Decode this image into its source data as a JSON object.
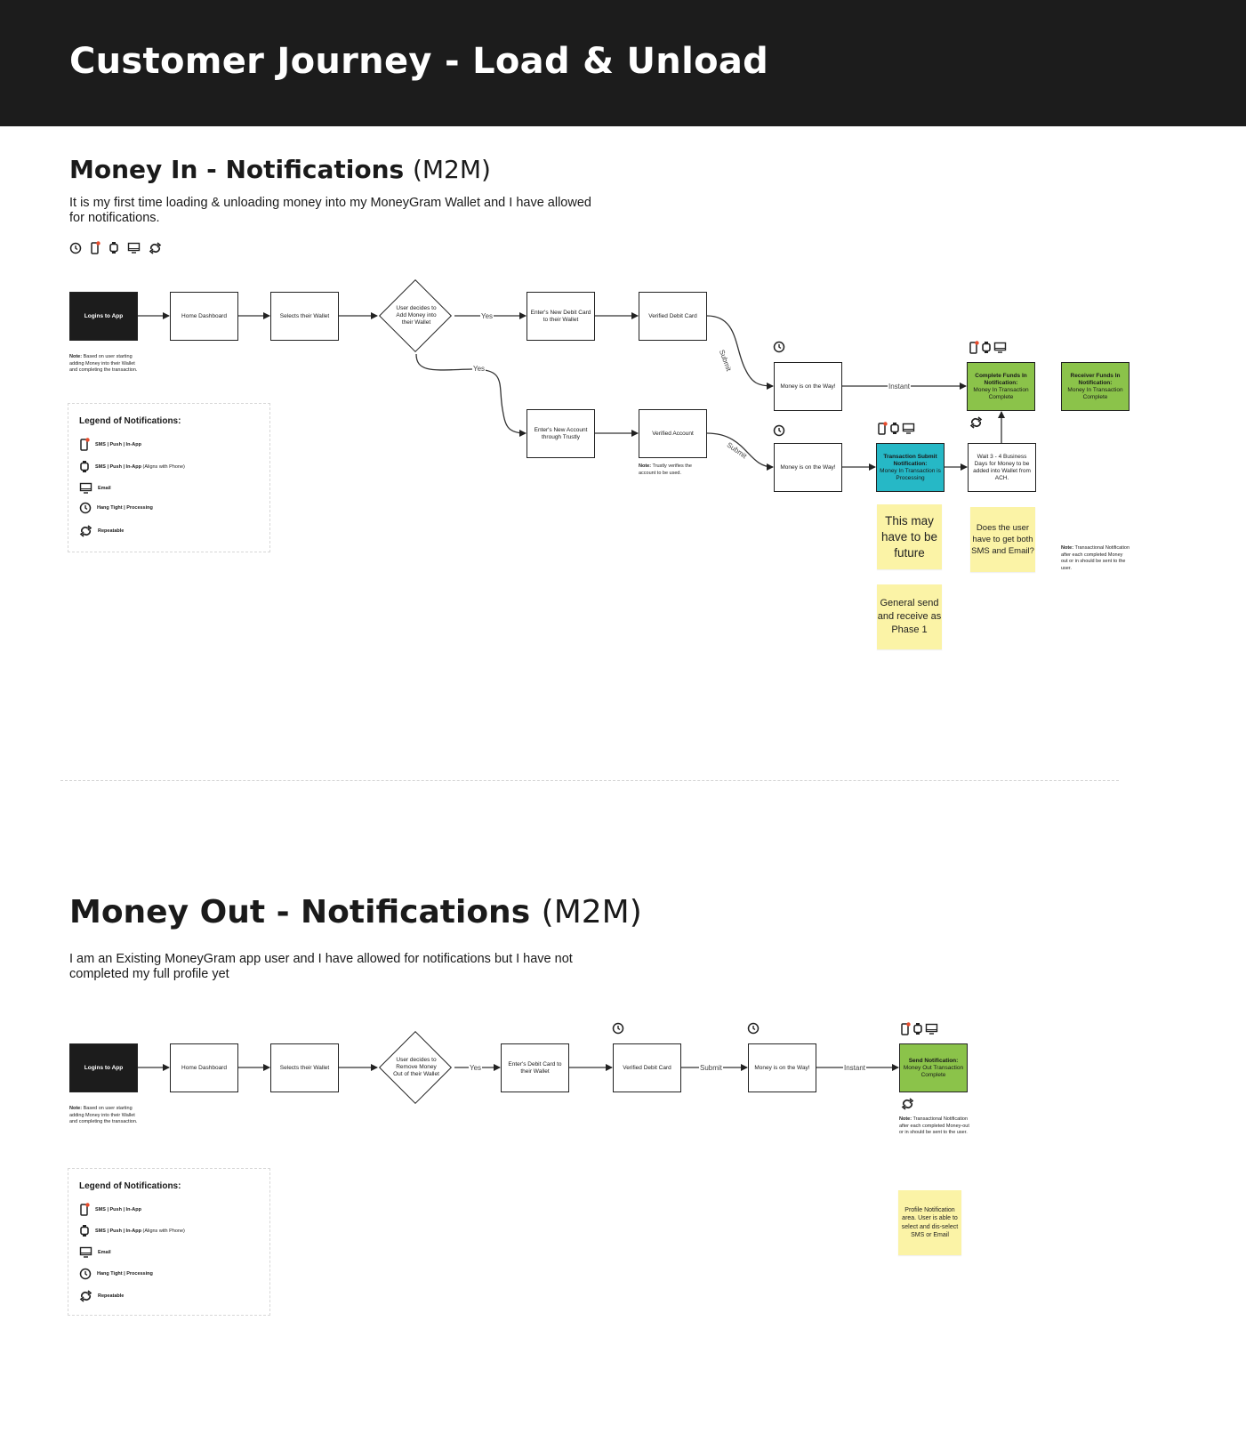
{
  "header": {
    "title": "Customer Journey - Load & Unload"
  },
  "money_in": {
    "title": "Money In - Notifications",
    "title_suffix": "(M2M)",
    "description": "It is my first time loading & unloading money into my MoneyGram Wallet and I have allowed for notifications.",
    "header_icons": [
      "clock-icon",
      "phone-icon",
      "watch-icon",
      "monitor-icon",
      "repeat-icon"
    ],
    "nodes": {
      "login": "Logins to App",
      "home": "Home Dashboard",
      "selects": "Selects their Wallet",
      "decision": "User decides to Add Money into their Wallet",
      "debit": "Enter's New Debit Card to their Wallet",
      "verified_debit": "Verified Debit Card",
      "new_account": "Enter's New Account through Trustly",
      "verified_account": "Verified Account",
      "on_way_top": "Money is on the Way!",
      "on_way_bottom": "Money is on the Way!",
      "complete_title": "Complete Funds In Notification:",
      "complete_body": "Money In Transaction Complete",
      "receiver_title": "Receiver Funds In Notification:",
      "receiver_body": "Money In Transaction Complete",
      "submit_title": "Transaction Submit Notification:",
      "submit_body": "Money In Transaction is Processing",
      "wait": "Wait 3 - 4 Business Days for Money to be added into Wallet from ACH."
    },
    "edge_labels": {
      "yes1": "Yes",
      "yes2": "Yes",
      "submit1": "Submit",
      "submit2": "Submit",
      "instant": "Instant"
    },
    "notes": {
      "login_label": "Note:",
      "login_text": "Based on user starting adding Money into their Wallet and completing the transaction.",
      "trustly_label": "Note:",
      "trustly_text": "Trustly verifies the account to be used.",
      "transactional_label": "Note:",
      "transactional_text": "Transactional Notification after each completed Money out or in should be sent to the user."
    },
    "stickies": {
      "future": "This may have to be future",
      "phase": "General send and receive as Phase 1",
      "both": "Does the user have to get both SMS and Email?"
    }
  },
  "legend": {
    "title": "Legend of Notifications:",
    "items": [
      {
        "icon": "phone-icon",
        "label": "SMS | Push | In-App",
        "extra": ""
      },
      {
        "icon": "watch-icon",
        "label": "SMS | Push | In-App",
        "extra": "(Aligns with Phone)"
      },
      {
        "icon": "monitor-icon",
        "label": "Email",
        "extra": ""
      },
      {
        "icon": "clock-icon",
        "label": "Hang Tight | Processing",
        "extra": ""
      },
      {
        "icon": "repeat-icon",
        "label": "Repeatable",
        "extra": ""
      }
    ]
  },
  "money_out": {
    "title": "Money Out - Notifications",
    "title_suffix": "(M2M)",
    "description": "I am an Existing MoneyGram app user and I have allowed for notifications but I have not completed my full profile yet",
    "nodes": {
      "login": "Logins to App",
      "home": "Home Dashboard",
      "selects": "Selects their Wallet",
      "decision": "User decides to Remove Money Out of their Wallet",
      "debit": "Enter's Debit Card to their Wallet",
      "verified_debit": "Verified Debit Card",
      "on_way": "Money is on the Way!",
      "send_title": "Send Notification:",
      "send_body": "Money Out Transaction Complete"
    },
    "edge_labels": {
      "yes": "Yes",
      "submit": "Submit",
      "instant": "Instant"
    },
    "notes": {
      "login_label": "Note:",
      "login_text": "Based on user starting adding Money into their Wallet and completing the transaction.",
      "transactional_label": "Note:",
      "transactional_text": "Transactional Notification after each completed Money-out or in should be sent to the user."
    },
    "stickies": {
      "profile": "Profile Notification area. User is able to select and dis-select SMS or Email"
    }
  },
  "colors": {
    "header_bg": "#1c1c1c",
    "green": "#8bc34a",
    "teal": "#26b8c6",
    "sticky": "#fbf3a6",
    "notification_dot": "#e84b2c"
  }
}
